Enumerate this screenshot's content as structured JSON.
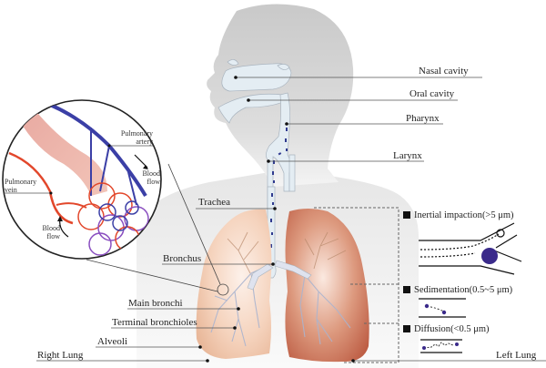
{
  "title": "Human respiratory tract and particle deposition mechanisms",
  "anatomy_labels": {
    "nasal_cavity": "Nasal cavity",
    "oral_cavity": "Oral cavity",
    "pharynx": "Pharynx",
    "larynx": "Larynx",
    "trachea": "Trachea",
    "bronchus": "Bronchus",
    "main_bronchi": "Main bronchi",
    "terminal_bronchioles": "Terminal bronchioles",
    "alveoli": "Alveoli",
    "right_lung": "Right Lung",
    "left_lung": "Left Lung"
  },
  "inset_labels": {
    "pulmonary_artery": "Pulmonary artery",
    "pulmonary_vein": "Pulmonary vein",
    "blood_flow_1": "Blood flow",
    "blood_flow_2": "Blood flow"
  },
  "mechanisms": [
    {
      "name": "Inertial impaction",
      "range": "(>5 μm)"
    },
    {
      "name": "Sedimentation",
      "range": "(0.5~5 μm)"
    },
    {
      "name": "Diffusion",
      "range": "(<0.5 μm)"
    }
  ],
  "colors": {
    "head_silhouette": "#cfcfcf",
    "airway": "#e4edf3",
    "lung_right": "#f3cdb4",
    "lung_left": "#c9755a",
    "artery": "#3b3fa6",
    "vein": "#e2472b",
    "particle": "#3a2a8a",
    "leader_line": "#555555"
  }
}
